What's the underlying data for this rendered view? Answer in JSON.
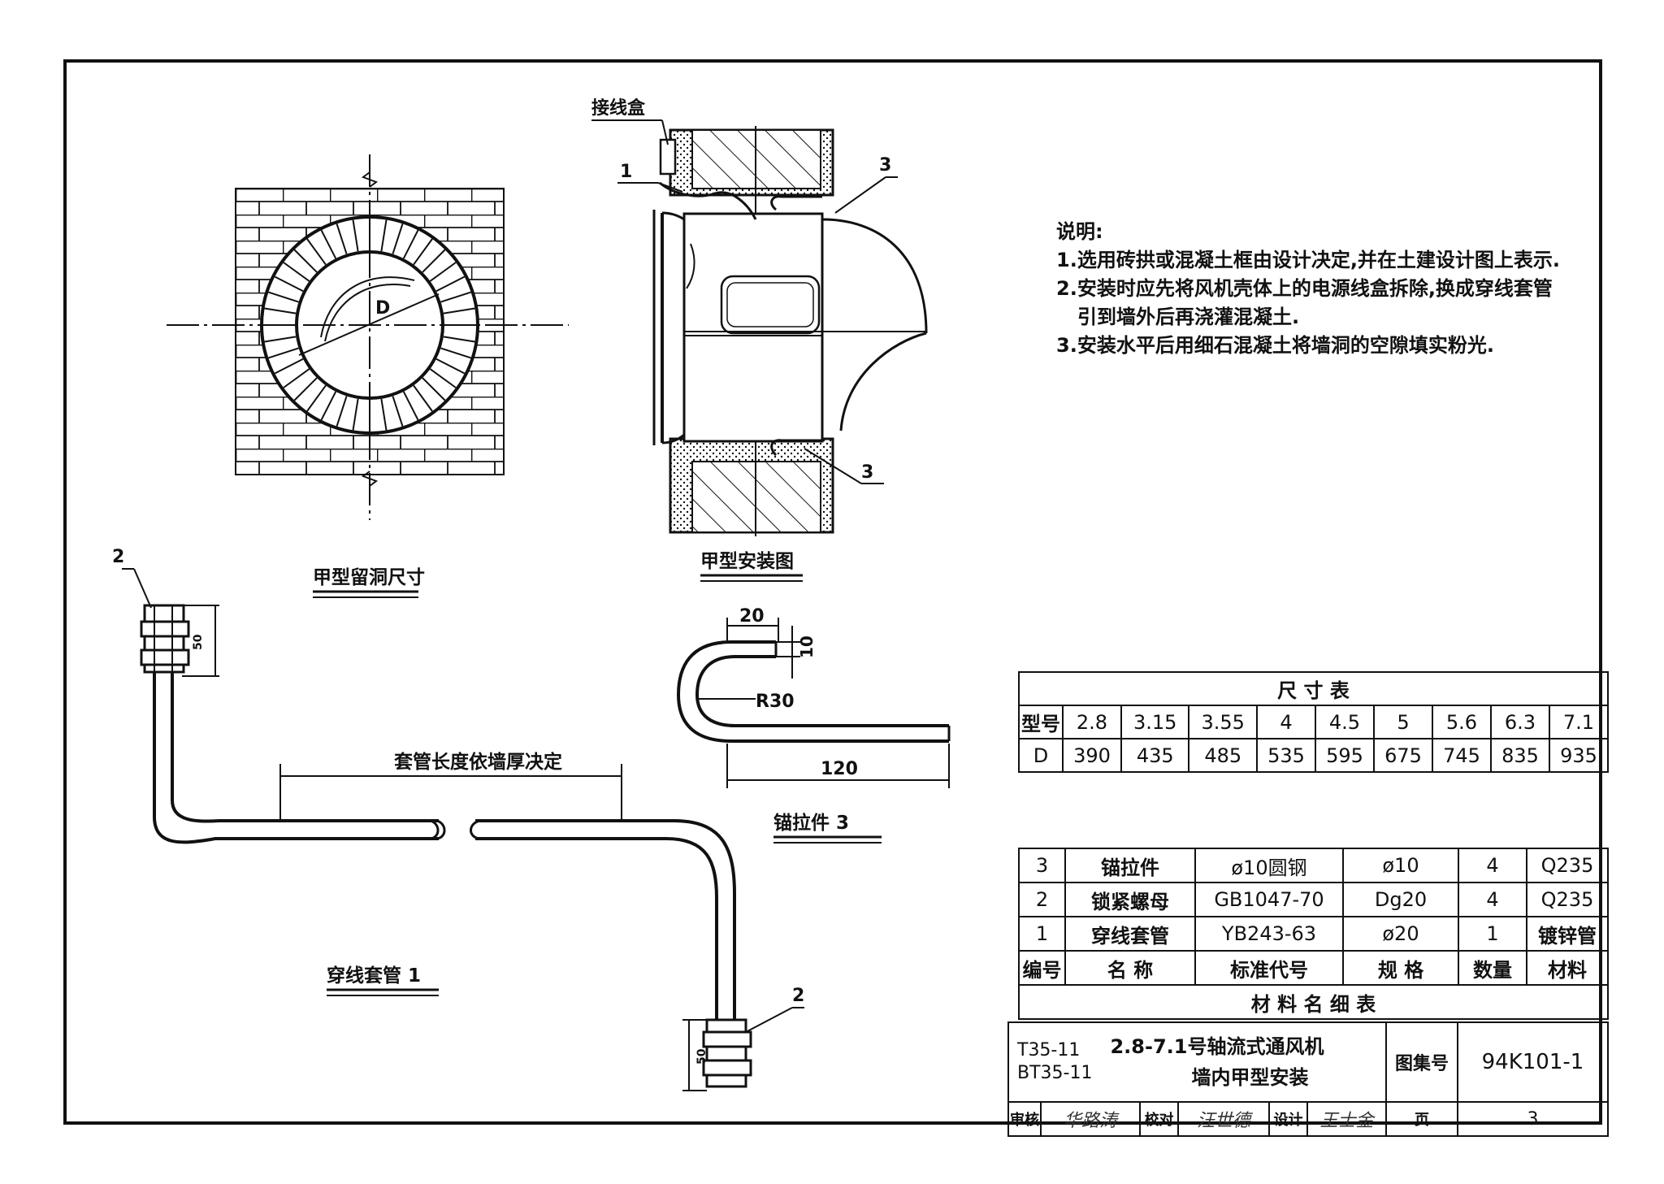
{
  "drawing": {
    "labels": {
      "junction_box": "接线盒",
      "part_1": "1",
      "part_2": "2",
      "part_3": "3",
      "dim_d": "D",
      "view_hole": "甲型留洞尺寸",
      "view_install": "甲型安装图",
      "view_anchor": "锚拉件 3",
      "view_conduit": "穿线套管 1",
      "conduit_length": "套管长度依墙厚决定",
      "dim_20": "20",
      "dim_10": "10",
      "dim_r30": "R30",
      "dim_120": "120",
      "dim_50": "50"
    }
  },
  "notes": {
    "title": "说明:",
    "line1": "1.选用砖拱或混凝土框由设计决定,并在土建设计图上表示.",
    "line2a": "2.安装时应先将风机壳体上的电源线盒拆除,换成穿线套管",
    "line2b": "引到墙外后再浇灌混凝土.",
    "line3": "3.安装水平后用细石混凝土将墙洞的空隙填实粉光."
  },
  "dimension_table": {
    "title": "尺 寸 表",
    "row_model_label": "型号",
    "row_d_label": "D",
    "models": [
      "2.8",
      "3.15",
      "3.55",
      "4",
      "4.5",
      "5",
      "5.6",
      "6.3",
      "7.1"
    ],
    "d_values": [
      "390",
      "435",
      "485",
      "535",
      "595",
      "675",
      "745",
      "835",
      "935"
    ]
  },
  "material_table": {
    "title": "材 料 名 细 表",
    "headers": [
      "编号",
      "名 称",
      "标准代号",
      "规 格",
      "数量",
      "材料"
    ],
    "rows": [
      [
        "3",
        "锚拉件",
        "ø10圆钢",
        "ø10",
        "4",
        "Q235"
      ],
      [
        "2",
        "锁紧螺母",
        "GB1047-70",
        "Dg20",
        "4",
        "Q235"
      ],
      [
        "1",
        "穿线套管",
        "YB243-63",
        "ø20",
        "1",
        "镀锌管"
      ]
    ]
  },
  "title_block": {
    "model_codes_1": "T35-11",
    "model_codes_2": "BT35-11",
    "title_1": "2.8-7.1号轴流式通风机",
    "title_2": "墙内甲型安装",
    "atlas_label": "图集号",
    "atlas_no": "94K101-1",
    "review_label": "审核",
    "review_sig": "华路涛",
    "check_label": "校对",
    "check_sig": "汪世德",
    "design_label": "设计",
    "design_sig": "王士金",
    "page_label": "页",
    "page_no": "3"
  }
}
